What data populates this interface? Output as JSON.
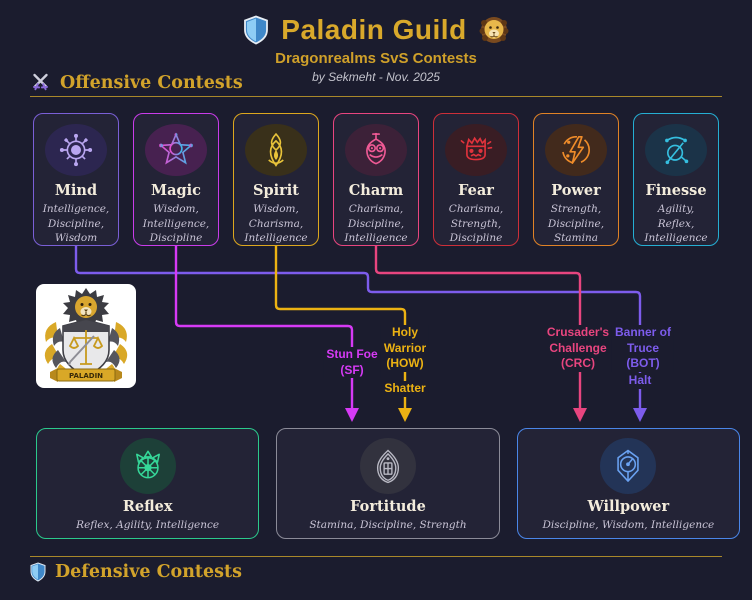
{
  "header": {
    "title": "Paladin Guild",
    "subtitle": "Dragonrealms SvS Contests",
    "byline": "by Sekmeht -  Nov. 2025"
  },
  "offensive_section": {
    "title": "Offensive Contests"
  },
  "defensive_section": {
    "title": "Defensive Contests"
  },
  "icons": {
    "header_left": "shield-icon",
    "header_right": "lion-icon",
    "offensive": "crossed-swords-icon",
    "defensive": "shield-icon"
  },
  "colors": {
    "background": "#1b1c2e",
    "gold_accent": "#d2a32b",
    "card_background": "#232336"
  },
  "offensive_cards": [
    {
      "name": "Mind",
      "attributes": "Intelligence, Discipline, Wisdom",
      "color": "#7a5fd6",
      "glyph": "#b9a6f0",
      "icon_bg": "#2c2650"
    },
    {
      "name": "Magic",
      "attributes": "Wisdom, Intelligence, Discipline",
      "color": "#c93cea",
      "glyph": "#e557c8",
      "icon_bg": "#472150"
    },
    {
      "name": "Spirit",
      "attributes": "Wisdom, Charisma, Intelligence",
      "color": "#dda71e",
      "glyph": "#e8c33a",
      "icon_bg": "#39301a"
    },
    {
      "name": "Charm",
      "attributes": "Charisma, Discipline, Intelligence",
      "color": "#e8457f",
      "glyph": "#ef5a95",
      "icon_bg": "#3c2138"
    },
    {
      "name": "Fear",
      "attributes": "Charisma, Strength, Discipline",
      "color": "#cd2f39",
      "glyph": "#e0323c",
      "icon_bg": "#391d24"
    },
    {
      "name": "Power",
      "attributes": "Strength, Discipline, Stamina",
      "color": "#e08226",
      "glyph": "#ef8c2a",
      "icon_bg": "#422a1c"
    },
    {
      "name": "Finesse",
      "attributes": "Agility, Reflex, Intelligence",
      "color": "#25aed3",
      "glyph": "#35bfe0",
      "icon_bg": "#1b3348"
    }
  ],
  "defensive_cards": [
    {
      "name": "Reflex",
      "attributes": "Reflex, Agility, Intelligence",
      "color": "#2bc98c",
      "glyph": "#35d698",
      "icon_bg": "#1d4038"
    },
    {
      "name": "Fortitude",
      "attributes": "Stamina, Discipline, Strength",
      "color": "#8b8b98",
      "glyph": "#b9b9c4",
      "icon_bg": "#32323e"
    },
    {
      "name": "Willpower",
      "attributes": "Discipline, Wisdom, Intelligence",
      "color": "#4a86e8",
      "glyph": "#6aa2f2",
      "icon_bg": "#233457"
    }
  ],
  "connections": [
    {
      "from": "Magic",
      "to": "Fortitude",
      "ability": "Stun Foe (SF)",
      "label_lines": [
        "Stun Foe",
        "(SF)"
      ],
      "color": "#d63af5"
    },
    {
      "from": "Spirit",
      "to": "Fortitude",
      "ability": "Holy Warrior (HOW)",
      "sublabel": "Shatter",
      "label_lines": [
        "Holy",
        "Warrior",
        "(HOW)"
      ],
      "color": "#ecb213"
    },
    {
      "from": "Charm",
      "to": "Willpower",
      "ability": "Crusader's Challenge (CRC)",
      "label_lines": [
        "Crusader's",
        "Challenge",
        "(CRC)"
      ],
      "color": "#e8457f"
    },
    {
      "from": "Mind",
      "to": "Willpower",
      "ability": "Banner of Truce (BOT)",
      "sublabel": "Halt",
      "label_lines": [
        "Banner of",
        "Truce",
        "(BOT)"
      ],
      "color": "#7d5cec"
    }
  ],
  "crest": {
    "banner_text": "PALADIN"
  }
}
